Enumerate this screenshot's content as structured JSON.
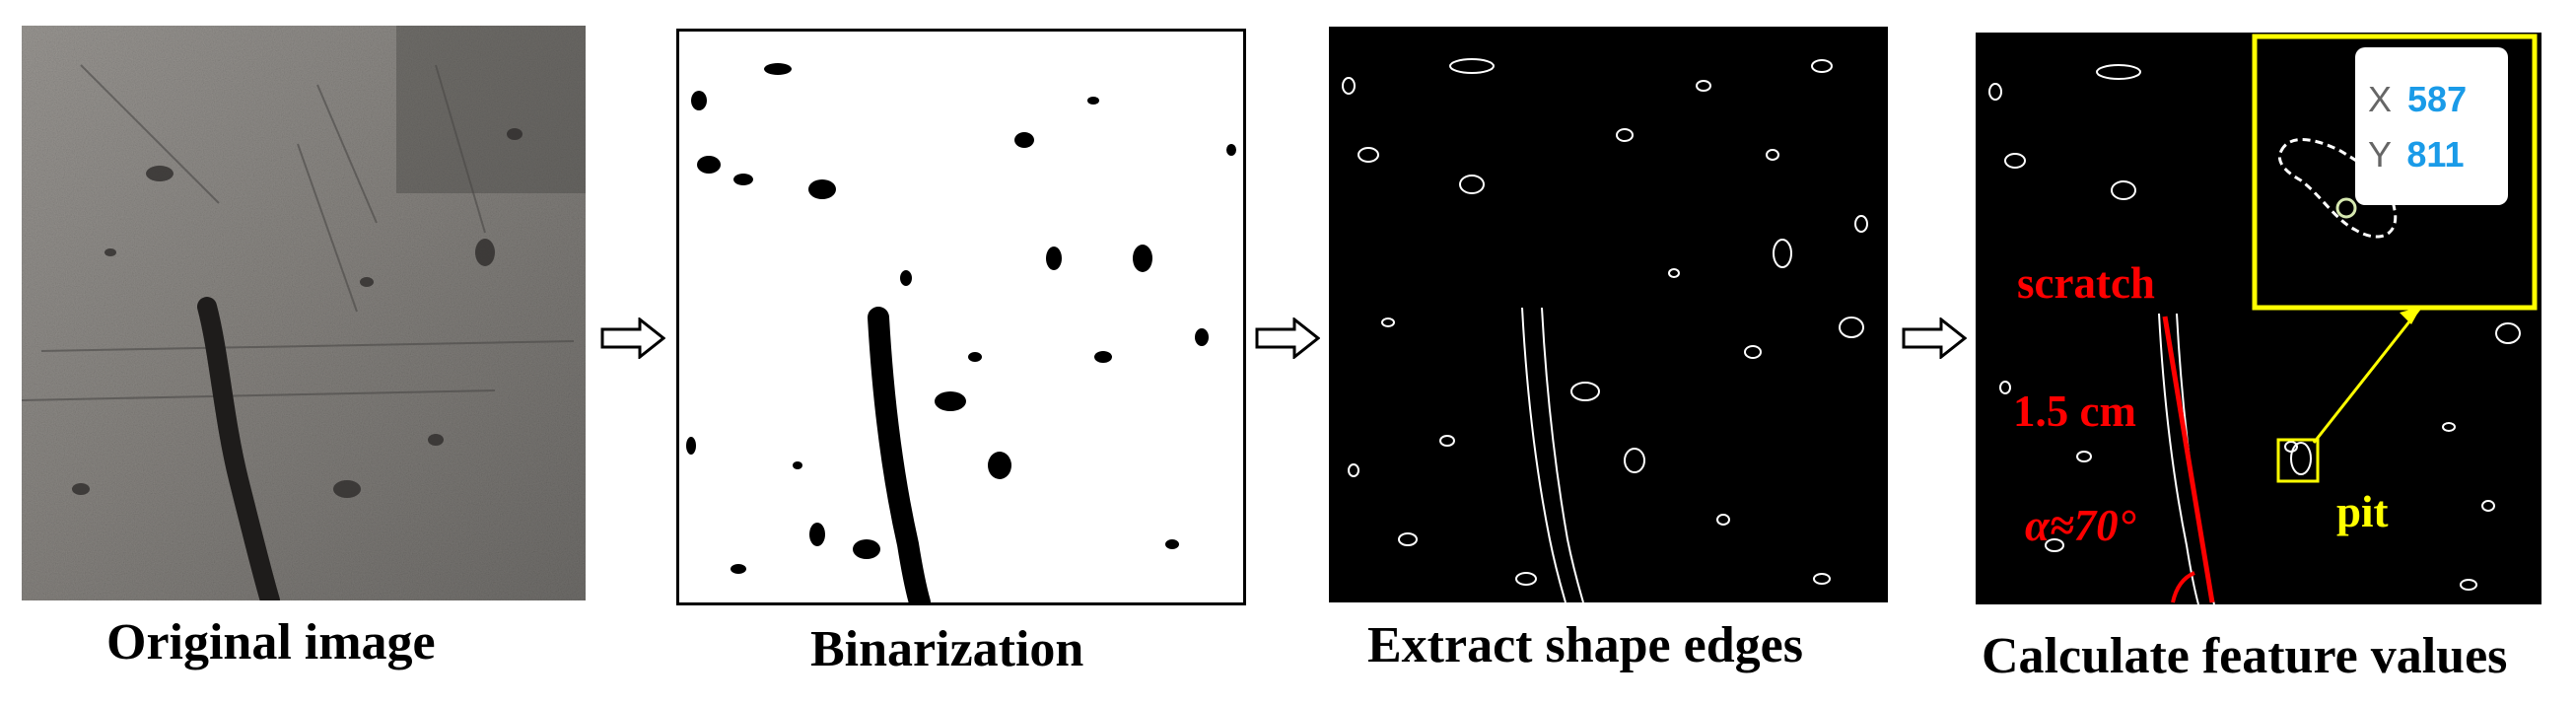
{
  "captions": {
    "original": "Original image",
    "binarization": "Binarization",
    "edges": "Extract shape edges",
    "features": "Calculate feature values"
  },
  "annotations": {
    "scratch_label": "scratch",
    "length_label": "1.5 cm",
    "angle_label": "α≈70°",
    "pit_label": "pit"
  },
  "readout": {
    "x_label": "X",
    "x_value": "587",
    "y_label": "Y",
    "y_value": "811"
  },
  "colors": {
    "annotation_red": "#ff0000",
    "highlight_yellow": "#ffff00",
    "readout_value_blue": "#1a9be8",
    "readout_label_gray": "#666666"
  },
  "icons": [
    "right-arrow-icon",
    "right-arrow-icon",
    "right-arrow-icon"
  ]
}
